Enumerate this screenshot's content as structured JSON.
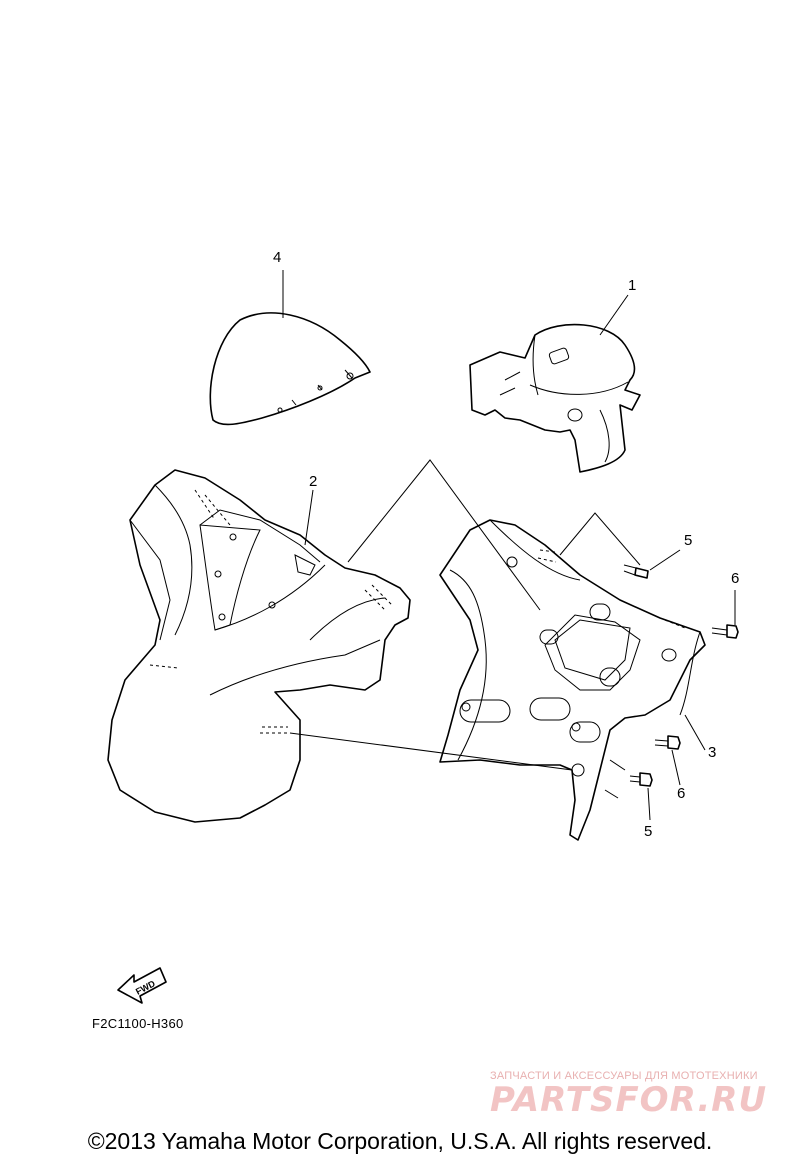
{
  "callouts": {
    "c1": "1",
    "c2": "2",
    "c3": "3",
    "c4": "4",
    "c5a": "5",
    "c5b": "5",
    "c6a": "6",
    "c6b": "6"
  },
  "fwd_label": "FWD",
  "diagram_code": "F2C1100-H360",
  "watermark": {
    "line1": "ЗАПЧАСТИ И АКСЕССУАРЫ ДЛЯ МОТОТЕХНИКИ",
    "logo": "PARTSFOR.RU",
    "color": "#e8a0a0"
  },
  "copyright": "©2013 Yamaha Motor Corporation, U.S.A. All rights reserved."
}
